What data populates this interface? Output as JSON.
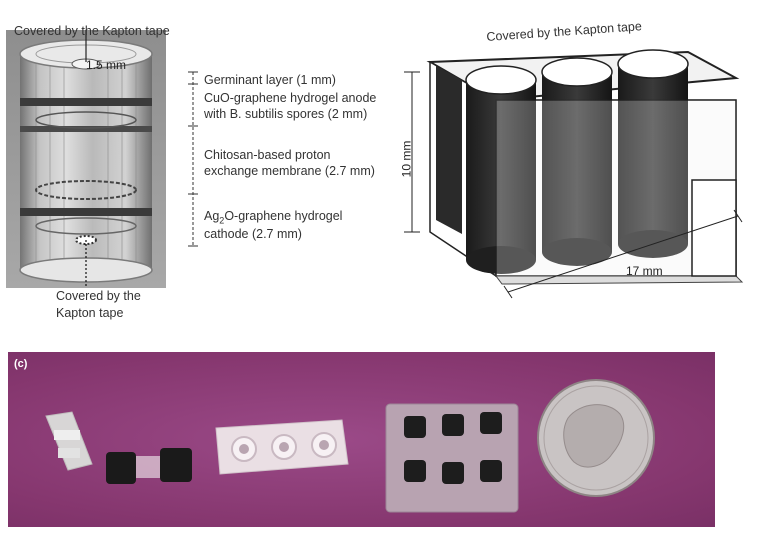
{
  "panel_a": {
    "top_label": "Covered by the Kapton tape",
    "hole_dim": "1.5 mm",
    "bottom_label_line1": "Covered by the",
    "bottom_label_line2": "Kapton tape",
    "layers": [
      {
        "line1": "Germinant layer (1 mm)",
        "line2": ""
      },
      {
        "line1": "CuO-graphene hydrogel anode",
        "line2": "with B. subtilis spores (2 mm)"
      },
      {
        "line1": "Chitosan-based proton",
        "line2": "exchange membrane (2.7 mm)"
      },
      {
        "line1_main": "Ag",
        "line1_sub": "2",
        "line1_rest": "O-graphene hydrogel",
        "line2": "cathode (2.7 mm)"
      }
    ]
  },
  "panel_b": {
    "top_label": "Covered by the Kapton tape",
    "height_dim": "10 mm",
    "width_dim": "17 mm"
  },
  "panel_c": {
    "letter": "(c)"
  }
}
